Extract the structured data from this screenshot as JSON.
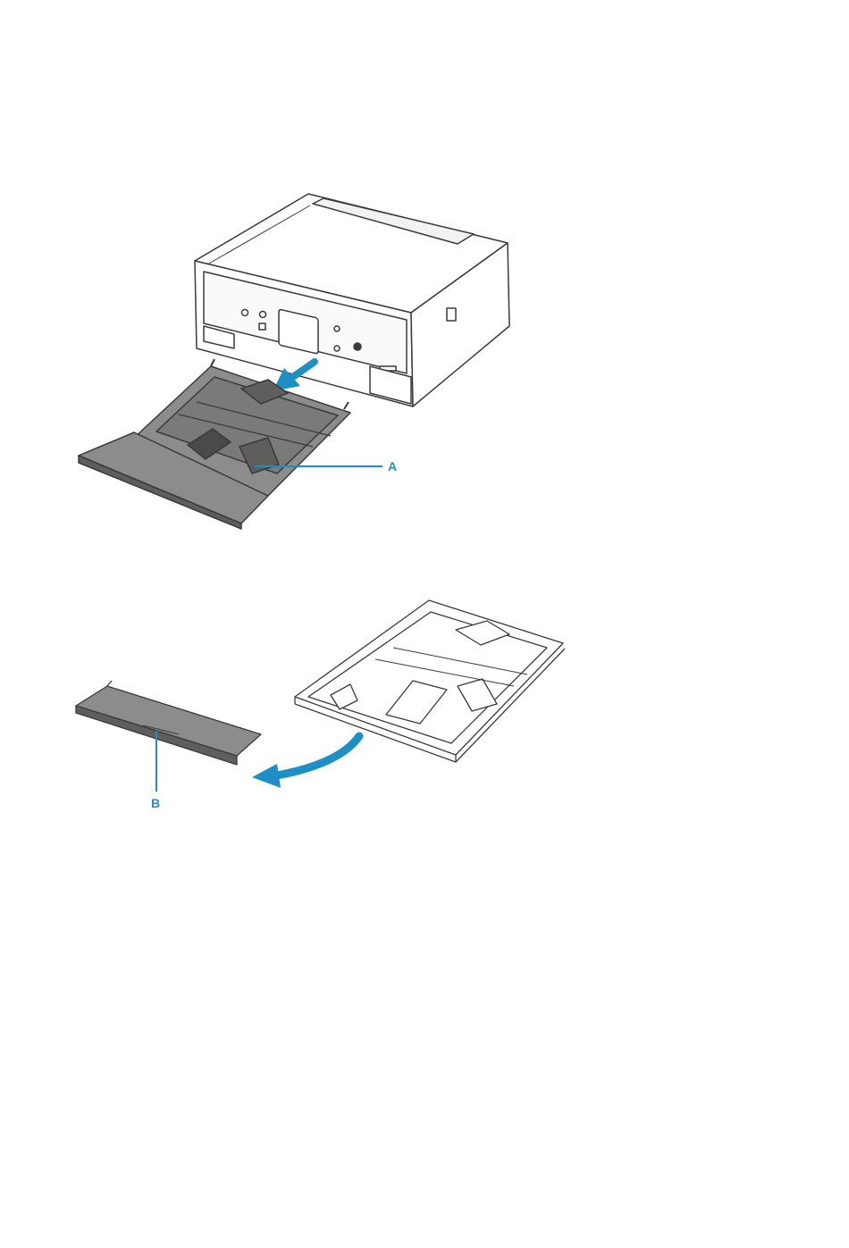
{
  "colors": {
    "accent": "#1e8fc6",
    "outline": "#3a3a3a",
    "tray_fill": "#8c8c8c",
    "tray_dark": "#5e5e5e",
    "printer_fill": "#ffffff"
  },
  "steps": [
    {
      "callout": {
        "label": "A",
        "target": "paper-cassette"
      },
      "arrow_icon": "pull-out-arrow-icon"
    },
    {
      "callout": {
        "label": "B",
        "target": "cassette-cover"
      },
      "arrow_icon": "curved-remove-arrow-icon"
    }
  ]
}
